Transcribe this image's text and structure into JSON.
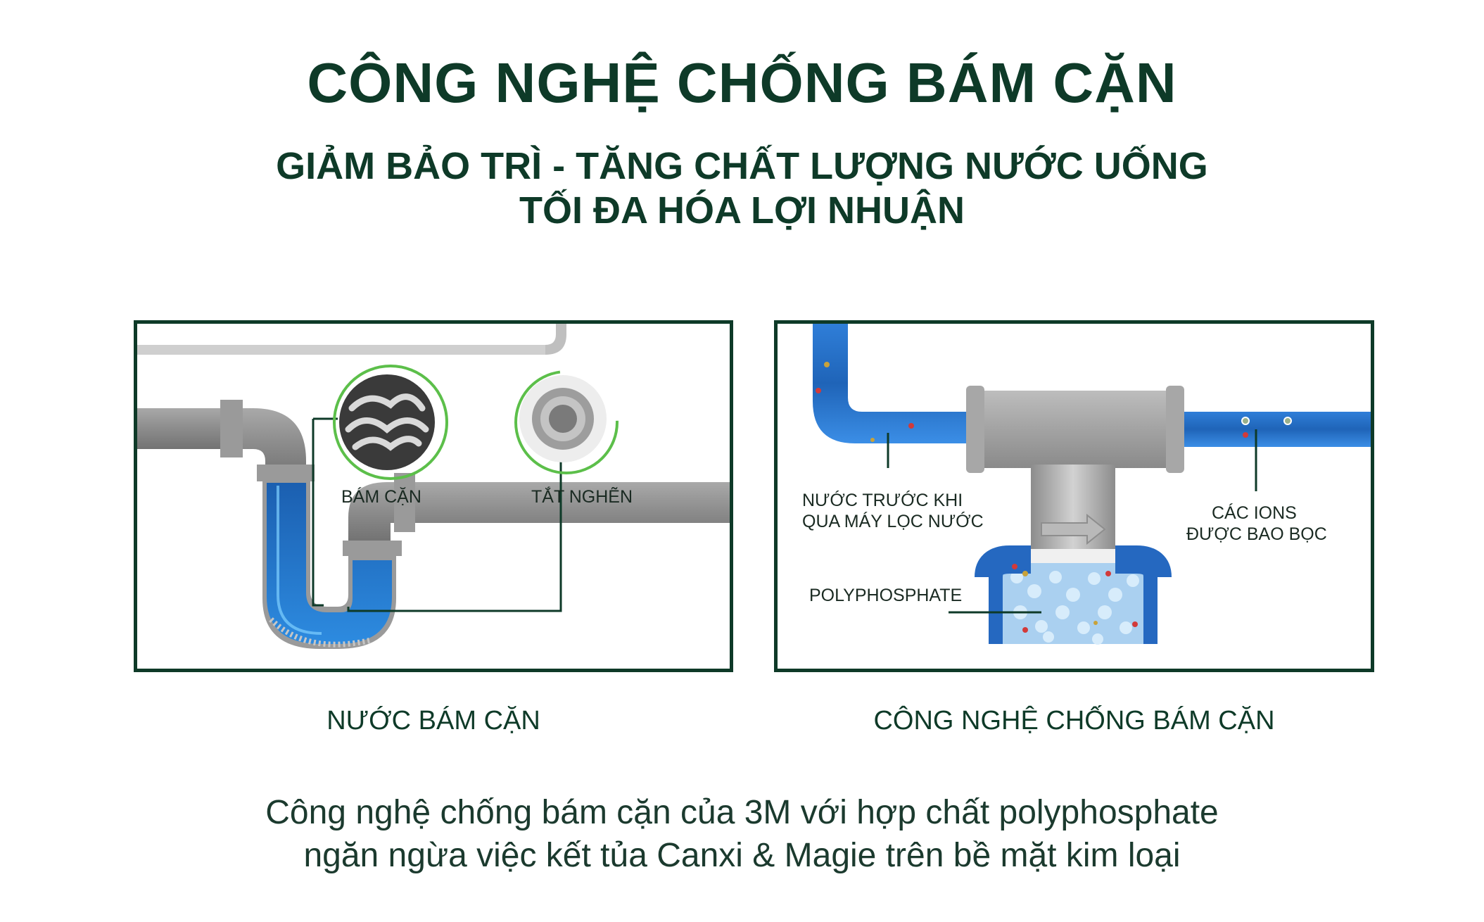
{
  "header": {
    "title": "CÔNG NGHỆ CHỐNG BÁM CẶN",
    "subtitle_line1": "GIẢM BẢO TRÌ -  TĂNG CHẤT LƯỢNG NƯỚC UỐNG",
    "subtitle_line2": "TỐI ĐA HÓA LỢI NHUẬN"
  },
  "left_panel": {
    "caption": "NƯỚC BÁM CẶN",
    "labels": {
      "scale": "BÁM CẶN",
      "clog": "TẮT NGHẼN"
    }
  },
  "right_panel": {
    "caption": "CÔNG NGHỆ CHỐNG BÁM CẶN",
    "labels": {
      "before_line1": "NƯỚC TRƯỚC KHI",
      "before_line2": "QUA MÁY LỌC NƯỚC",
      "ions_line1": "CÁC IONS",
      "ions_line2": "ĐƯỢC BAO BỌC",
      "poly": "POLYPHOSPHATE"
    }
  },
  "description": {
    "line1": "Công nghệ chống bám cặn của 3M với hợp chất polyphosphate",
    "line2": "ngăn ngừa việc kết tủa Canxi & Magie trên bề mặt kim loại"
  },
  "colors": {
    "dark_green": "#0e3a28",
    "pipe_gray": "#8a8a8a",
    "water_blue": "#1f6fc4",
    "ring_green": "#5cbf4a"
  }
}
